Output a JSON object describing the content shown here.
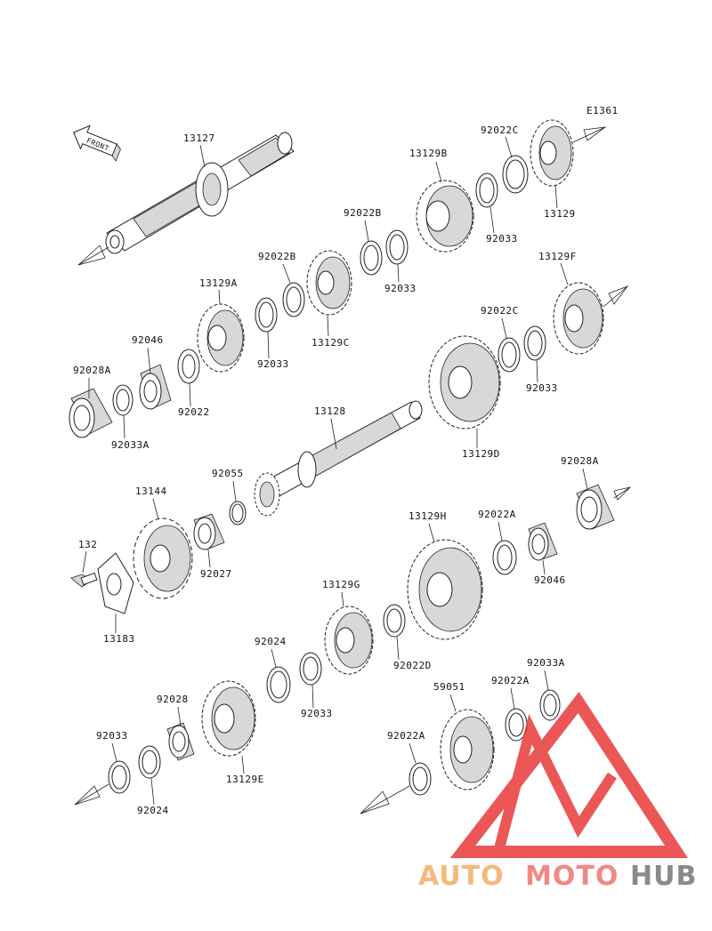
{
  "diagram_code": "E1361",
  "front_label": "FRONT",
  "watermark": {
    "part1": "AUTO",
    "part2": "MOTO",
    "part3": "HUB",
    "color1": "#f5b97a",
    "color2": "#f08a86",
    "color3": "#8a8a8a",
    "logo_color": "#e83a3a"
  },
  "labels": {
    "l13127": "13127",
    "l13129B": "13129B",
    "l92022C_top": "92022C",
    "l13129": "13129",
    "l92033_a": "92033",
    "l92022B_a": "92022B",
    "l92033_b": "92033",
    "l92022B_b": "92022B",
    "l13129A": "13129A",
    "l13129C": "13129C",
    "l92033_c": "92033",
    "l92046_a": "92046",
    "l92028A_a": "92028A",
    "l92022": "92022",
    "l92033A_a": "92033A",
    "l13129F": "13129F",
    "l92022C_b": "92022C",
    "l92033_d": "92033",
    "l13128": "13128",
    "l13129D": "13129D",
    "l92055": "92055",
    "l13144": "13144",
    "l92028A_b": "92028A",
    "l132": "132",
    "l92027": "92027",
    "l13183": "13183",
    "l13129H": "13129H",
    "l92022A_a": "92022A",
    "l92046_b": "92046",
    "l13129G": "13129G",
    "l92022D": "92022D",
    "l92024_a": "92024",
    "l92033_e": "92033",
    "l92028": "92028",
    "l92033A_b": "92033A",
    "l59051": "59051",
    "l92022A_b": "92022A",
    "l92033_f": "92033",
    "l92022A_c": "92022A",
    "l13129E": "13129E",
    "l92024_b": "92024"
  }
}
